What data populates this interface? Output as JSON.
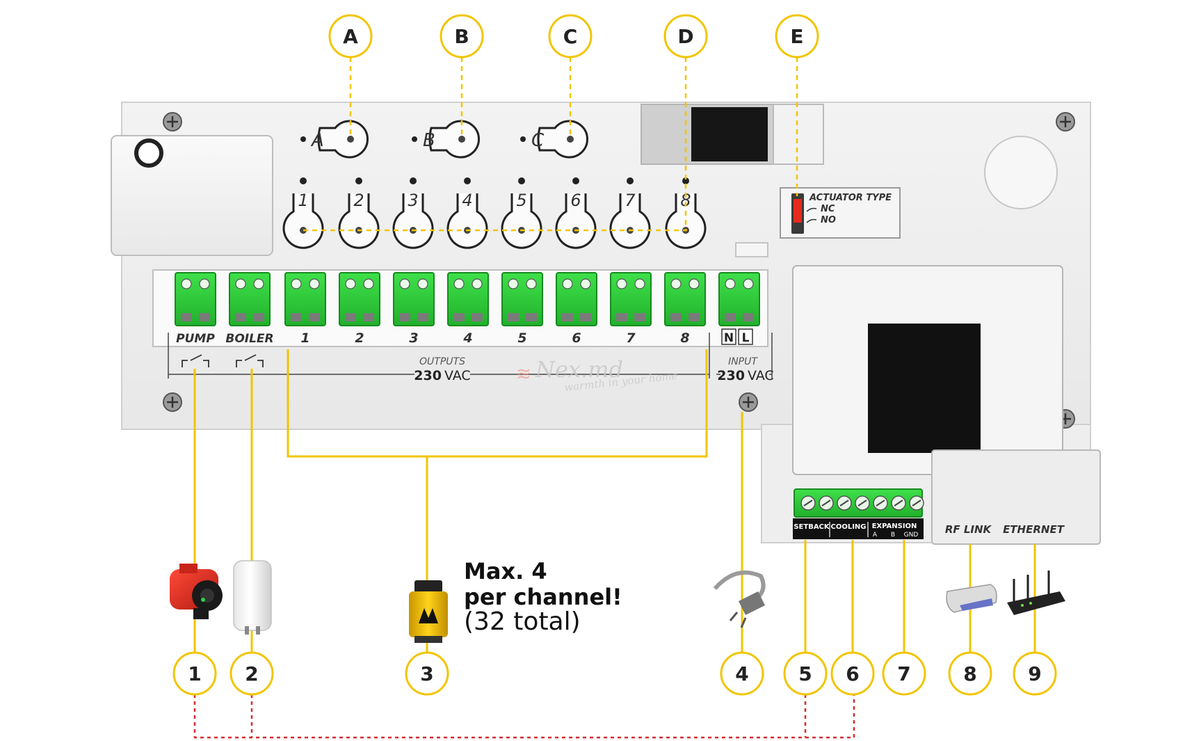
{
  "letters": [
    "A",
    "B",
    "C",
    "D",
    "E"
  ],
  "pot_labels": [
    "A",
    "B",
    "C"
  ],
  "channel_numbers": [
    "1",
    "2",
    "3",
    "4",
    "5",
    "6",
    "7",
    "8"
  ],
  "terminal_labels": [
    "PUMP",
    "BOILER",
    "1",
    "2",
    "3",
    "4",
    "5",
    "6",
    "7",
    "8"
  ],
  "input_terminal_labels": [
    "N",
    "L"
  ],
  "outputs_label": "OUTPUTS",
  "outputs_voltage": {
    "value": "230",
    "unit": "VAC"
  },
  "input_label": "INPUT",
  "input_voltage": {
    "value": "230",
    "unit": "VAC"
  },
  "actuator": {
    "title": "ACTUATOR TYPE",
    "options": [
      "NC",
      "NO"
    ]
  },
  "low_voltage_labels": {
    "setback": "SETBACK",
    "cooling": "COOLING",
    "expansion": "EXPANSION",
    "expansion_pins": [
      "A",
      "B",
      "GND"
    ]
  },
  "port_labels": {
    "rf_link": "RF LINK",
    "ethernet": "ETHERNET"
  },
  "watermark": {
    "brand": "Nex.md",
    "tagline": "warmth in your home"
  },
  "note": {
    "line1": "Max. 4",
    "line2": "per channel!",
    "line3": "(32 total)"
  },
  "device_numbers": [
    "1",
    "2",
    "3",
    "4",
    "5",
    "6",
    "7",
    "8",
    "9"
  ],
  "colors": {
    "accent_yellow": "#f2c500",
    "terminal_green": "#2dc63a",
    "link_red": "#d62b2b",
    "panel": "#ececec"
  }
}
